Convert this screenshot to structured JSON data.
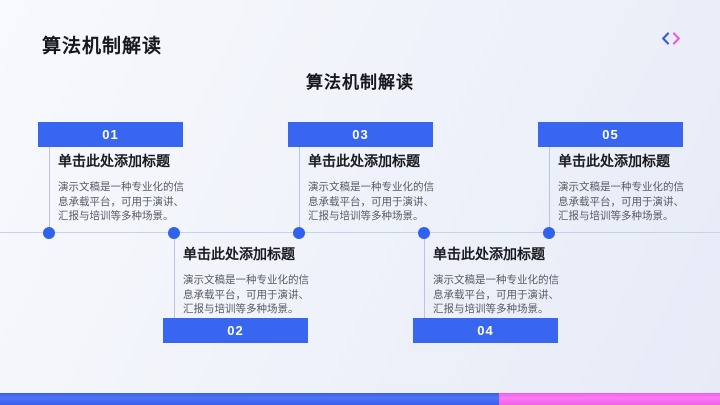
{
  "slide": {
    "header_title": "算法机制解读",
    "center_title": "算法机制解读",
    "nav": {
      "prev_icon": "chevron-left",
      "next_icon": "chevron-right"
    }
  },
  "timeline": {
    "items": [
      {
        "number": "01",
        "title": "单击此处添加标题",
        "body": "演示文稿是一种专业化的信息承载平台，可用于演讲、汇报与培训等多种场景。"
      },
      {
        "number": "02",
        "title": "单击此处添加标题",
        "body": "演示文稿是一种专业化的信息承载平台，可用于演讲、汇报与培训等多种场景。"
      },
      {
        "number": "03",
        "title": "单击此处添加标题",
        "body": "演示文稿是一种专业化的信息承载平台，可用于演讲、汇报与培训等多种场景。"
      },
      {
        "number": "04",
        "title": "单击此处添加标题",
        "body": "演示文稿是一种专业化的信息承载平台，可用于演讲、汇报与培训等多种场景。"
      },
      {
        "number": "05",
        "title": "单击此处添加标题",
        "body": "演示文稿是一种专业化的信息承载平台，可用于演讲、汇报与培训等多种场景。"
      }
    ]
  },
  "colors": {
    "accent_blue": "#3866F0",
    "accent_pink": "#F25FEA",
    "dot_blue": "#2F63EF",
    "body_text": "#585a64",
    "heading_text": "#17181d"
  }
}
